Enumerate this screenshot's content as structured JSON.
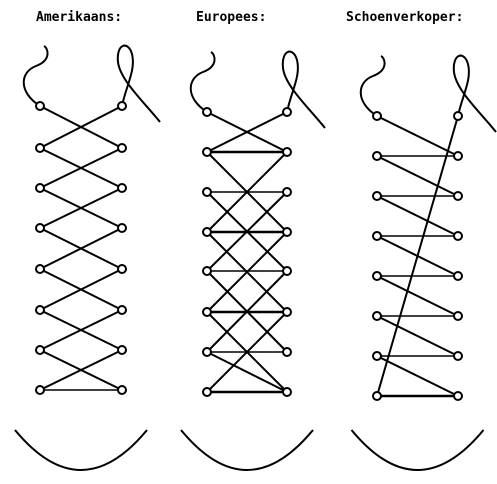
{
  "panels": [
    {
      "title": "Amerikaans:",
      "style": "criss-cross"
    },
    {
      "title": "Europees:",
      "style": "european"
    },
    {
      "title": "Schoenverkoper:",
      "style": "shoe-shop"
    }
  ],
  "colors": {
    "ink": "#000000",
    "background": "#ffffff"
  },
  "eyelet_pairs_per_panel": 8
}
